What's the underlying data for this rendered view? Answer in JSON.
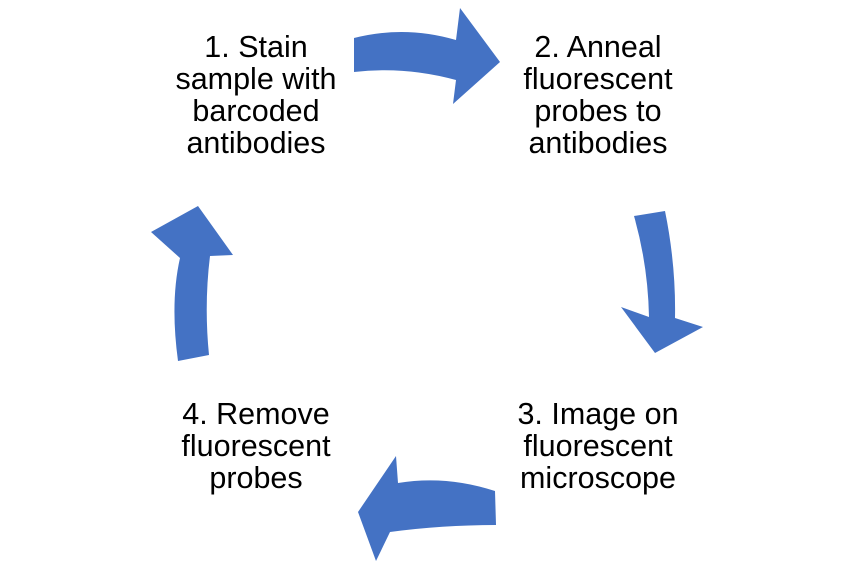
{
  "colors": {
    "arrow": "#4472C4",
    "text": "#000000",
    "background": "#FFFFFF"
  },
  "steps": [
    {
      "lines": [
        "1. Stain",
        "sample with",
        "barcoded",
        "antibodies"
      ]
    },
    {
      "lines": [
        "2. Anneal",
        "fluorescent",
        "probes to",
        "antibodies"
      ]
    },
    {
      "lines": [
        "3. Image on",
        "fluorescent",
        "microscope"
      ]
    },
    {
      "lines": [
        "4. Remove",
        "fluorescent",
        "probes"
      ]
    }
  ]
}
